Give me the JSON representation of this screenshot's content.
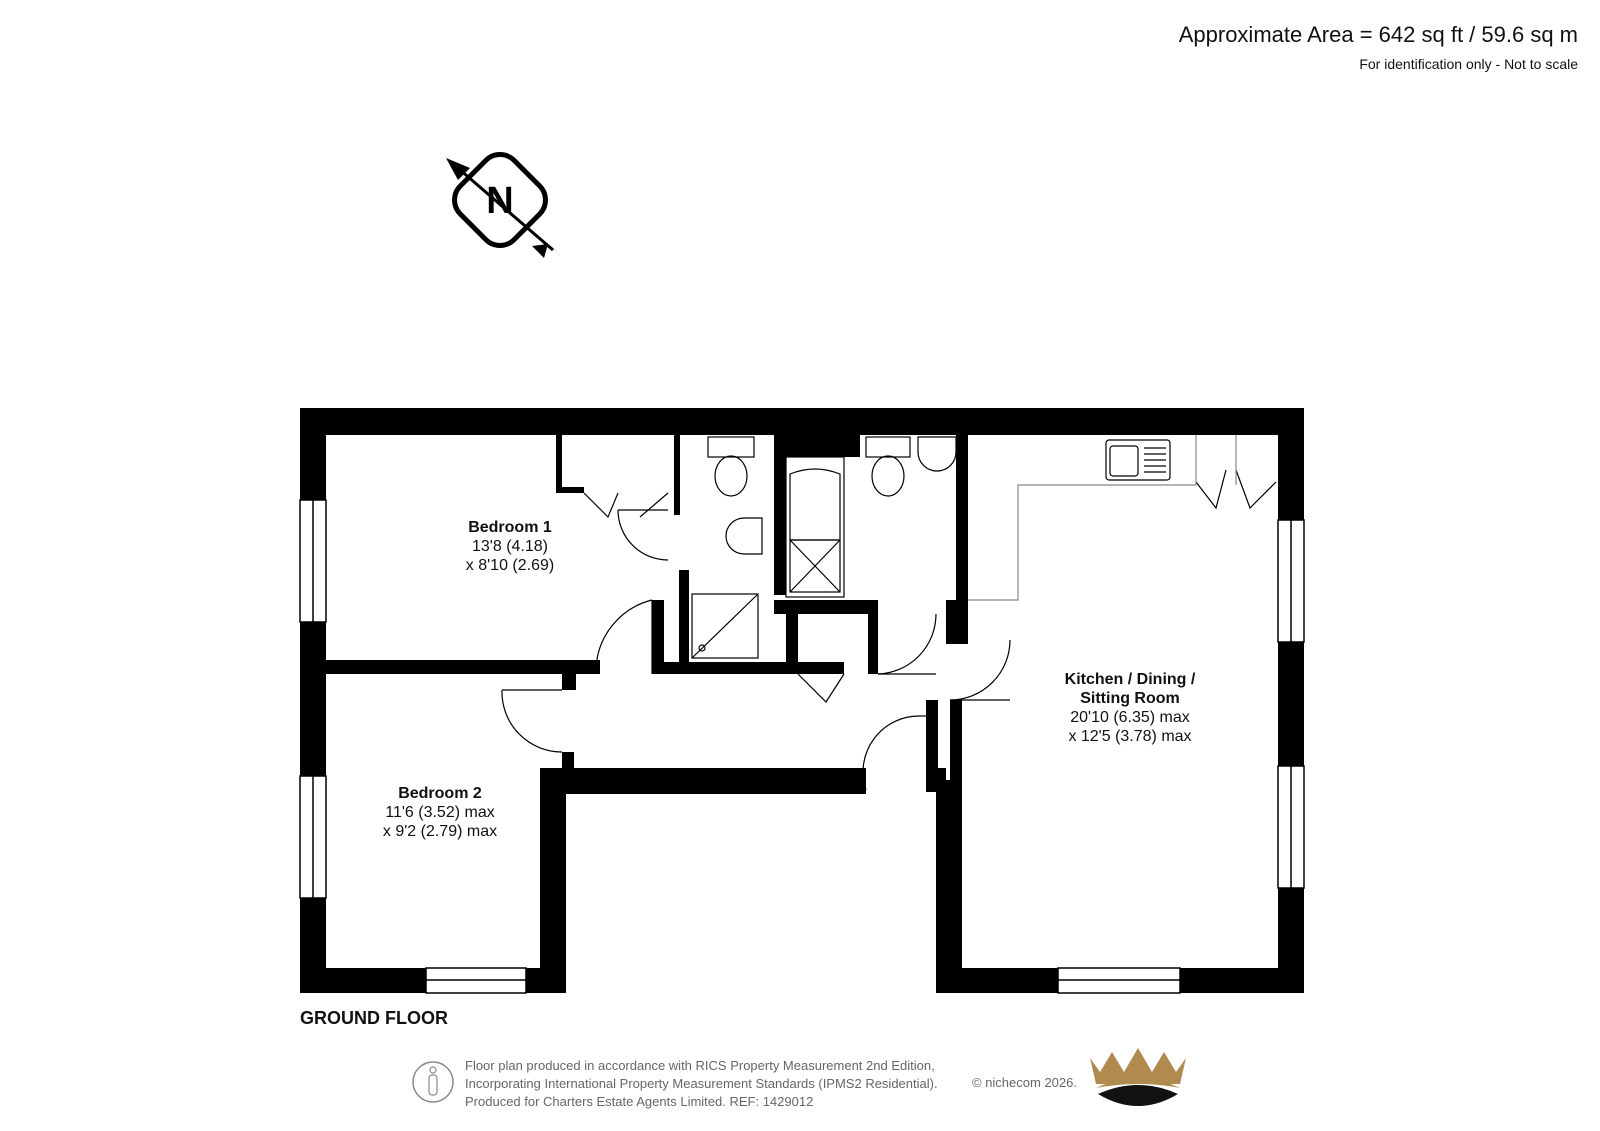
{
  "header": {
    "area": "Approximate Area = 642 sq ft / 59.6 sq m",
    "note": "For identification only - Not to scale"
  },
  "compass": {
    "letter": "N"
  },
  "rooms": {
    "bedroom1": {
      "name": "Bedroom 1",
      "dim1": "13'8 (4.18)",
      "dim2": "x 8'10 (2.69)"
    },
    "bedroom2": {
      "name": "Bedroom 2",
      "dim1": "11'6 (3.52) max",
      "dim2": "x 9'2 (2.79) max"
    },
    "kitchen": {
      "name1": "Kitchen / Dining /",
      "name2": "Sitting Room",
      "dim1": "20'10 (6.35) max",
      "dim2": "x 12'5 (3.78) max"
    }
  },
  "floor_label": "GROUND FLOOR",
  "footer": {
    "line1": "Floor plan produced in accordance with RICS Property Measurement 2nd Edition,",
    "line2": "Incorporating International Property Measurement Standards (IPMS2 Residential).",
    "line3": "Produced for Charters Estate Agents Limited.   REF: 1429012",
    "copyright": "© nichecom 2026."
  },
  "colors": {
    "wall": "#000000",
    "logo_gold": "#B08A4E",
    "logo_dark": "#111111",
    "grey_text": "#666666"
  }
}
